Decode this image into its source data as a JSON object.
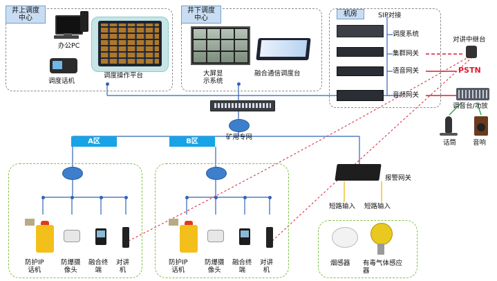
{
  "sections": {
    "surface_dispatch": "井上调度\n中心",
    "underground_dispatch": "井下调度\n中心",
    "machine_room": "机房"
  },
  "devices": {
    "office_pc": "办公PC",
    "dispatch_phone": "调度话机",
    "dispatch_console": "调度操作平台",
    "big_screen": "大屏显\n示系统",
    "fusion_console": "融合通信调度台",
    "sip": "SIP对接",
    "dispatch_system": "调度系统",
    "trunk_gateway": "集群网关",
    "voice_gateway": "语音网关",
    "audio_gateway": "音频网关",
    "repeater": "对讲中继台",
    "pstn": "PSTN",
    "mixer": "调音台/功放",
    "microphone": "话筒",
    "speaker": "音响",
    "mine_network": "矿用专网",
    "alarm_gateway": "报警网关",
    "short_input_1": "短路输入",
    "short_input_2": "短路输入",
    "smoke_sensor": "烟感器",
    "gas_sensor": "有毒气体感应\n器"
  },
  "zones": {
    "a": "A区",
    "b": "B区"
  },
  "terminals_a": [
    {
      "label": "防护IP\n话机"
    },
    {
      "label": "防爆摄\n像头"
    },
    {
      "label": "融合终\n端"
    },
    {
      "label": "对讲\n机"
    }
  ],
  "terminals_b": [
    {
      "label": "防护IP\n话机"
    },
    {
      "label": "防爆摄\n像头"
    },
    {
      "label": "融合终\n端"
    },
    {
      "label": "对讲\n机"
    }
  ],
  "colors": {
    "line": "#2f63b8",
    "red": "#e0182b",
    "green": "#22a34a",
    "zone": "#16a4e6"
  }
}
